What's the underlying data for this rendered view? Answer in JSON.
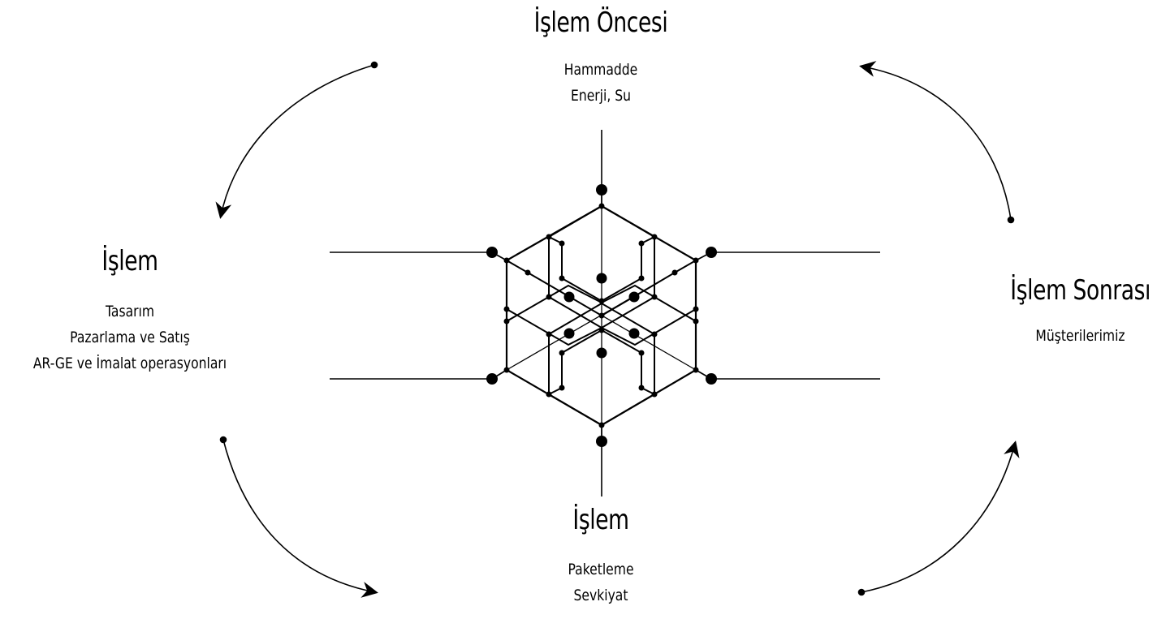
{
  "top": {
    "title": "İşlem Öncesi",
    "lines": [
      "Hammadde",
      "Enerji, Su"
    ]
  },
  "left": {
    "title": "İşlem",
    "lines": [
      "Tasarım",
      "Pazarlama ve Satış",
      "AR-GE ve İmalat operasyonları"
    ]
  },
  "right": {
    "title": "İşlem Sonrası",
    "lines": [
      "Müşterilerimiz"
    ]
  },
  "bottom": {
    "title": "İşlem",
    "lines": [
      "Paketleme",
      "Sevkiyat"
    ]
  },
  "colors": {
    "ink": "#000000",
    "background": "#ffffff"
  },
  "icons": {
    "center": "molecule-hexagon-icon",
    "arrows": "cycle-arrow-icon"
  }
}
